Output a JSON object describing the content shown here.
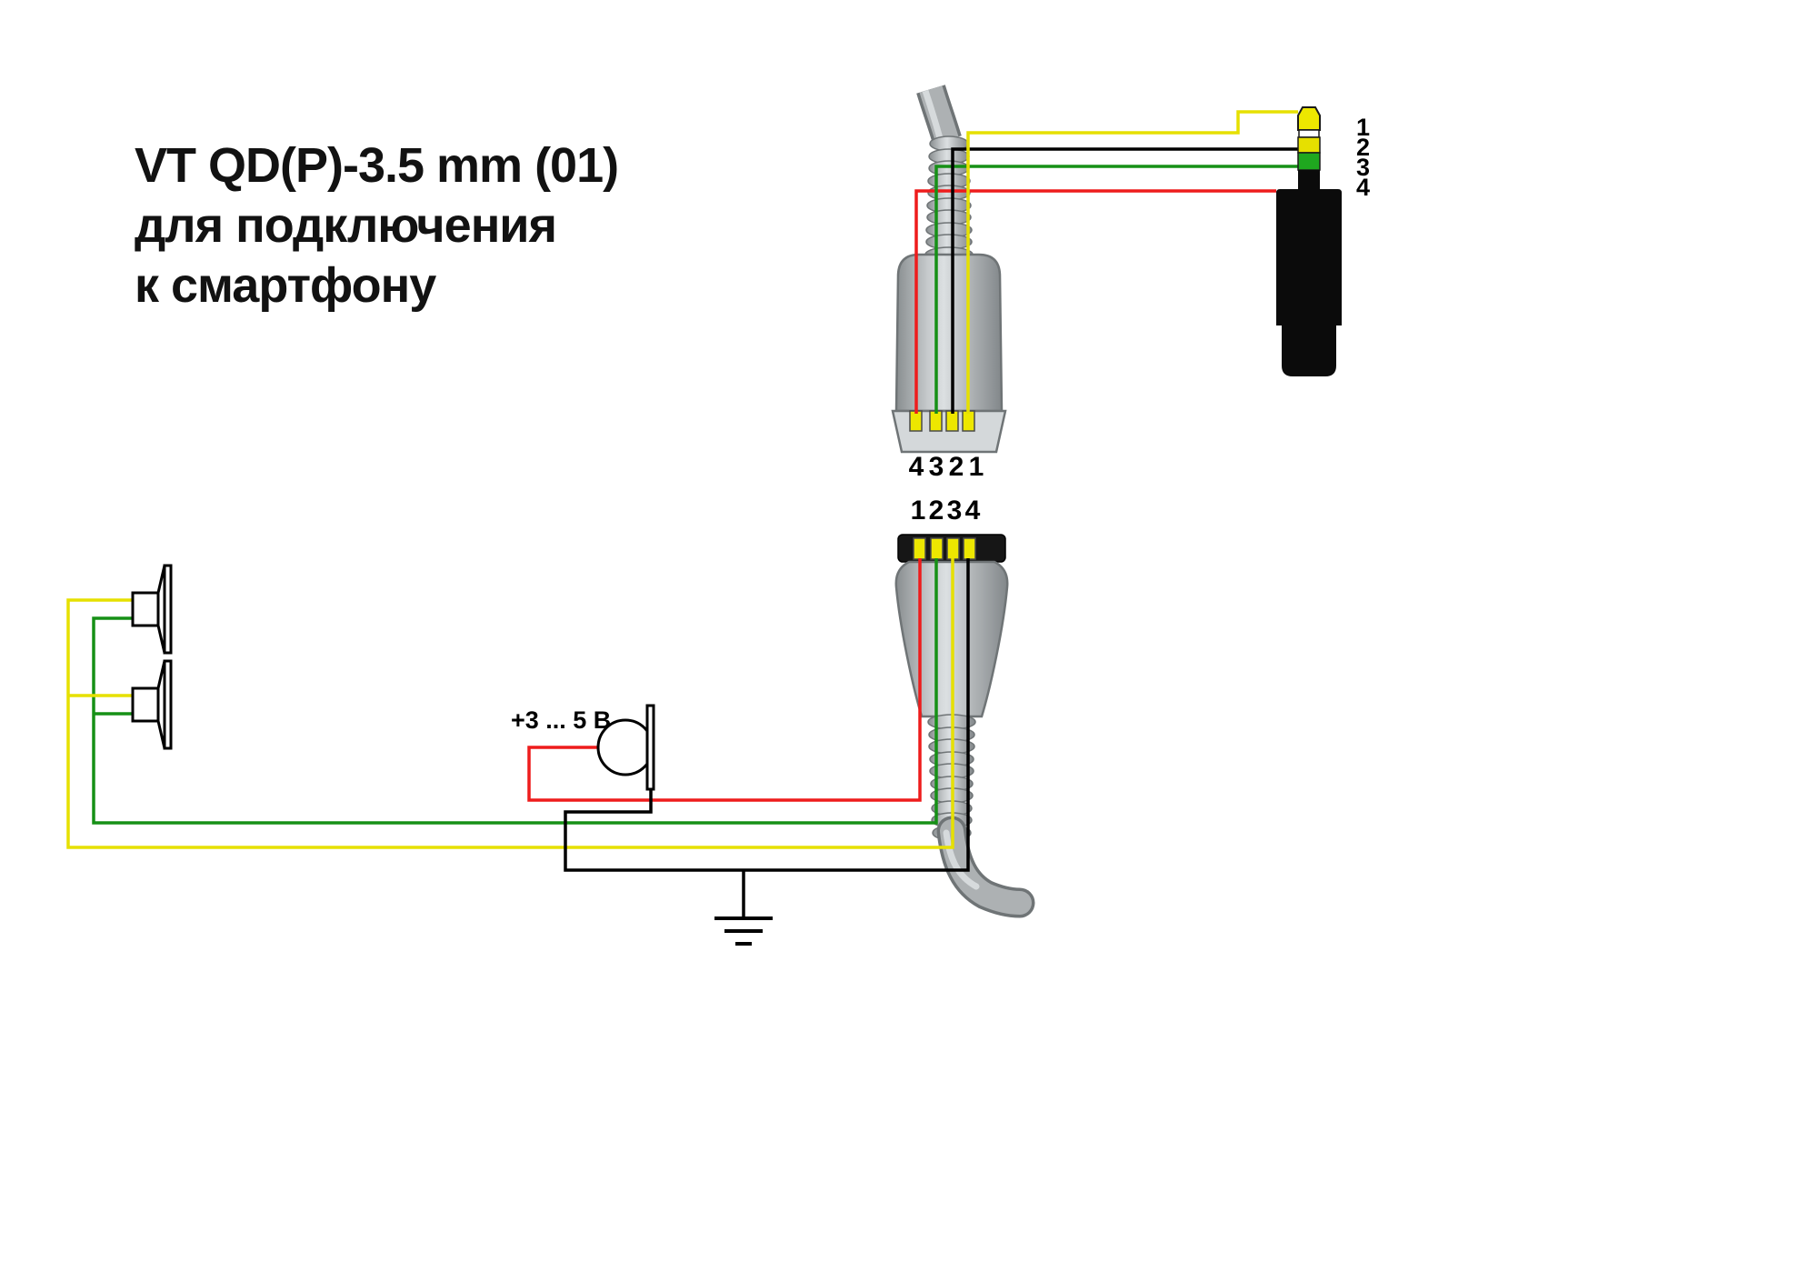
{
  "diagram": {
    "title": {
      "line1": "VT QD(P)-3.5 mm (01)",
      "line2": "для подключения",
      "line3": "к смартфону"
    }
  },
  "top_connector": {
    "pin_labels": [
      "4",
      "3",
      "2",
      "1"
    ]
  },
  "bottom_connector": {
    "pin_labels": [
      "1",
      "2",
      "3",
      "4"
    ]
  },
  "jack": {
    "pin_labels": [
      "1",
      "2",
      "3",
      "4"
    ]
  },
  "microphone": {
    "voltage_label": "+3 ... 5 В"
  },
  "colors": {
    "wire_yellow": "#e6e000",
    "wire_green": "#169016",
    "wire_red": "#ee1c1c",
    "wire_black": "#000000",
    "contact_yellow": "#ede700",
    "jack_tip_yellow": "#ede700",
    "jack_band_yellow": "#e6e000",
    "jack_band_green": "#1fa81f",
    "jack_black": "#0b0b0b",
    "connector_gray": "#b4b8ba"
  }
}
